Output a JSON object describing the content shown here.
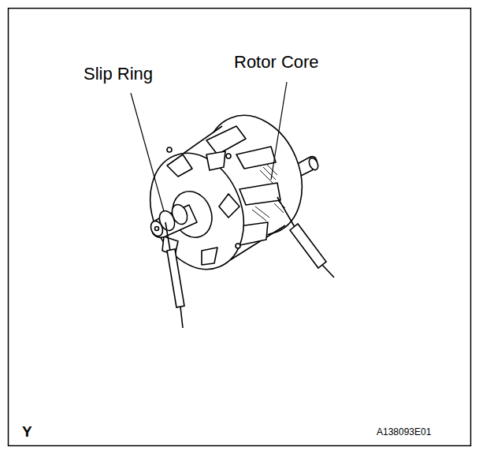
{
  "diagram": {
    "labels": [
      "Slip Ring",
      "Rotor Core",
      "Y",
      "A138093E01"
    ]
  }
}
